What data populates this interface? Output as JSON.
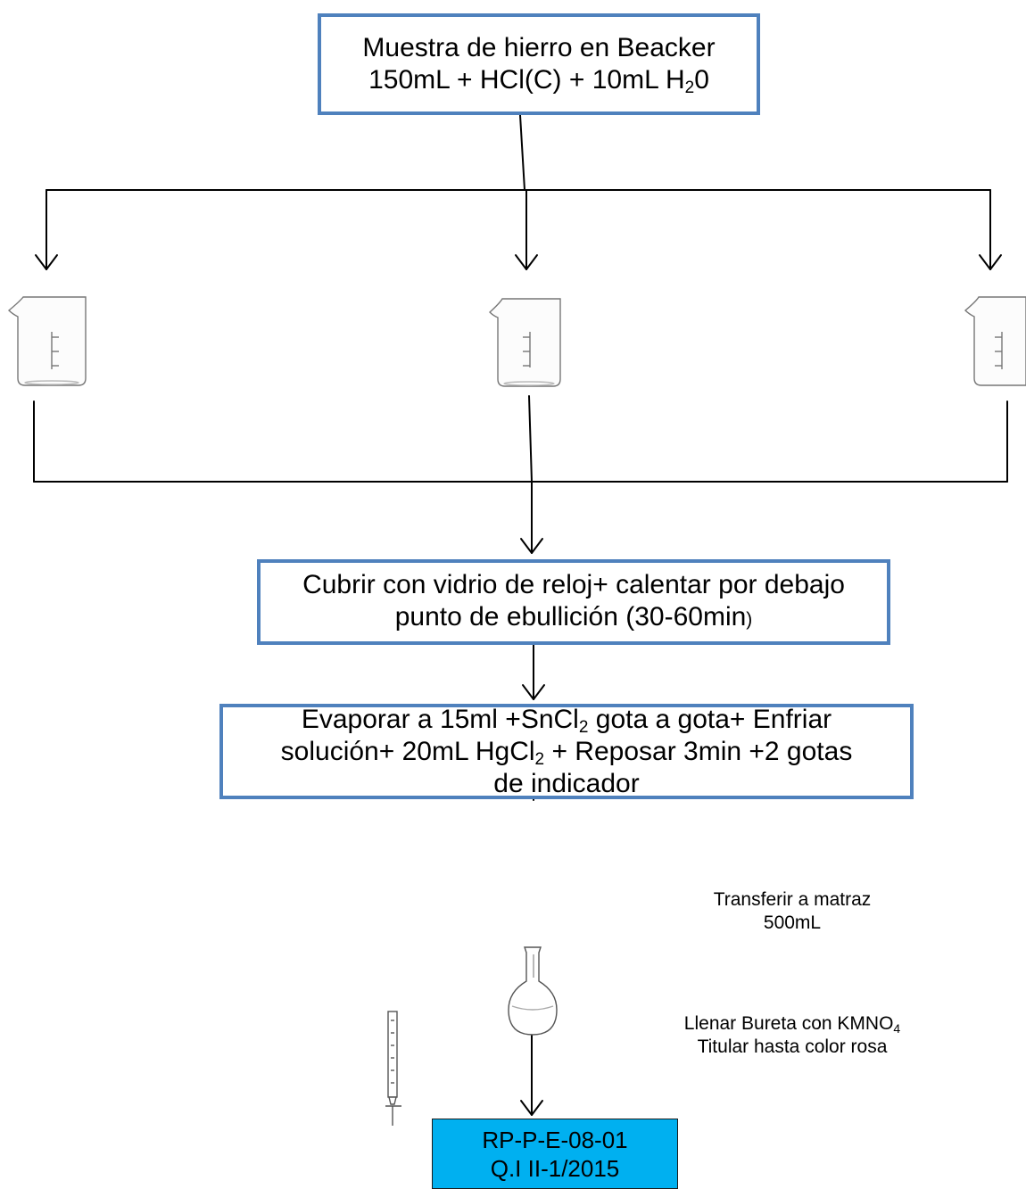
{
  "box_sample": {
    "line1": "Muestra de hierro en Beacker",
    "line2_pre": "150mL + HCl(C) + 10mL  H",
    "line2_sub": "2",
    "line2_post": "0"
  },
  "box_heat": {
    "line1": "Cubrir con vidrio de reloj+ calentar  por debajo",
    "line2": "punto de ebullición (30-60min",
    "line2_paren": ")"
  },
  "box_evaporate": {
    "line1_pre": "Evaporar a 15ml +SnCl",
    "line1_sub": "2",
    "line1_post": " gota a gota+ Enfriar",
    "line2_pre": "solución+ 20mL HgCl",
    "line2_sub": "2",
    "line2_post": " + Reposar 3min +2 gotas",
    "line3": "de indicador"
  },
  "note_transfer": {
    "line1": "Transferir a matraz",
    "line2": "500mL"
  },
  "note_titrate": {
    "line1_pre": "Llenar Bureta con KMNO",
    "line1_sub": "4",
    "line2": "Titular hasta color rosa"
  },
  "final_box": {
    "line1": "RP-P-E-08-01",
    "line2": "Q.I II-1/2015"
  },
  "icons": [
    "beaker-icon",
    "beaker-icon",
    "beaker-icon",
    "flask-icon",
    "burette-icon"
  ],
  "colors": {
    "box_border": "#4f81bd",
    "final_fill": "#00b0f0",
    "line": "#000000"
  }
}
